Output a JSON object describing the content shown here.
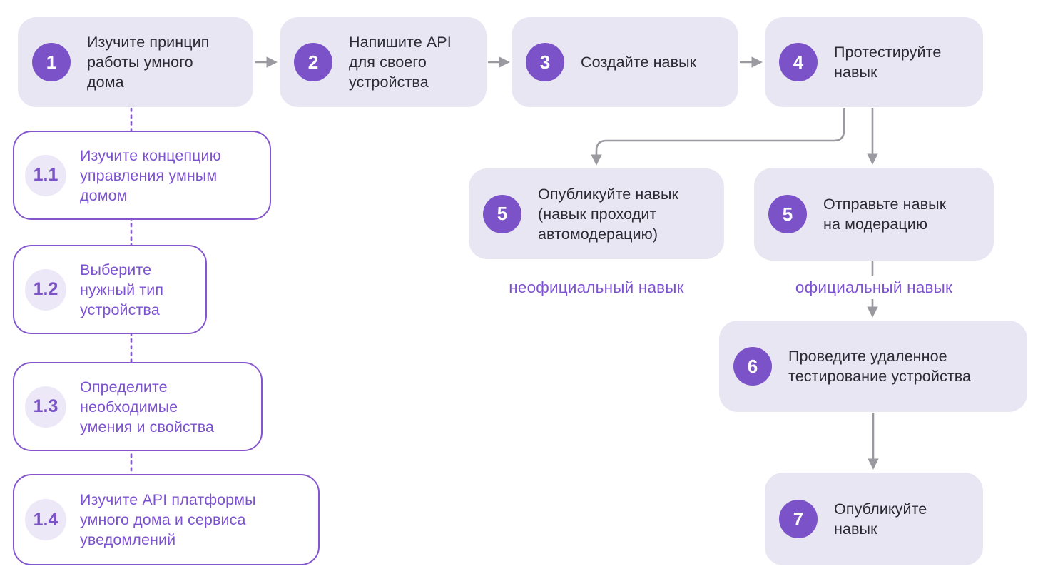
{
  "diagram": {
    "language": "ru",
    "topic": "smart-home skill development flow"
  },
  "colors": {
    "background": "#FFFFFF",
    "box_fill": "#E9E6F4",
    "badge_fill": "#7B52C8",
    "badge_text": "#FFFFFF",
    "outline_border": "#8456CE",
    "outline_text": "#7D52D1",
    "sub_badge_fill": "#ECE8F8",
    "sub_badge_text": "#7B52C8",
    "text_dark": "#2B2B33",
    "caption_text": "#7D52D1",
    "arrow_gray": "#9A9AA0",
    "dotted_line_purple": "#8456CE"
  },
  "main_steps": [
    {
      "num": "1",
      "label": "Изучите принцип\nработы умного\nдома"
    },
    {
      "num": "2",
      "label": "Напишите API\nдля своего\nустройства"
    },
    {
      "num": "3",
      "label": "Создайте навык"
    },
    {
      "num": "4",
      "label": "Протестируйте\nнавык"
    }
  ],
  "sub_steps": [
    {
      "num": "1.1",
      "label": "Изучите концепцию\nуправления умным\nдомом"
    },
    {
      "num": "1.2",
      "label": "Выберите\nнужный тип\nустройства"
    },
    {
      "num": "1.3",
      "label": "Определите\nнеобходимые\nумения и свойства"
    },
    {
      "num": "1.4",
      "label": "Изучите API платформы\nумного дома и сервиса\nуведомлений"
    }
  ],
  "branches": {
    "left": {
      "num": "5",
      "label": "Опубликуйте навык\n(навык проходит\nавтомодерацию)",
      "caption": "неофициальный навык"
    },
    "right": {
      "num": "5",
      "label": "Отправьте навык\nна модерацию",
      "caption": "официальный навык"
    }
  },
  "final_steps": [
    {
      "num": "6",
      "label": "Проведите удаленное\nтестирование устройства"
    },
    {
      "num": "7",
      "label": "Опубликуйте\nнавык"
    }
  ]
}
